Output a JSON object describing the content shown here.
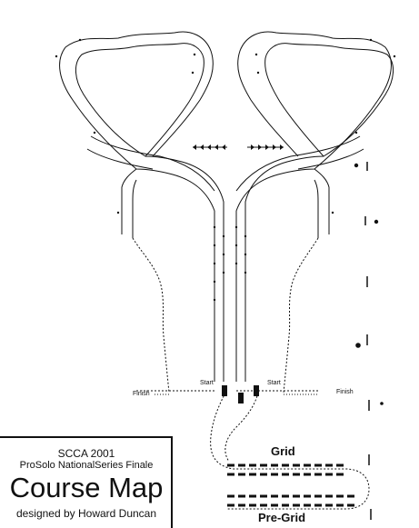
{
  "labels": {
    "start_left": "Start",
    "start_right": "Start",
    "finish_left": "Finish",
    "finish_right": "Finish",
    "grid": "Grid",
    "pregrid": "Pre-Grid"
  },
  "title_block": {
    "line1": "SCCA 2001",
    "line2": "ProSolo NationalSeries Finale",
    "line3": "Course Map",
    "line4": "designed by Howard Duncan"
  },
  "colors": {
    "ink": "#111111",
    "background": "#ffffff"
  }
}
